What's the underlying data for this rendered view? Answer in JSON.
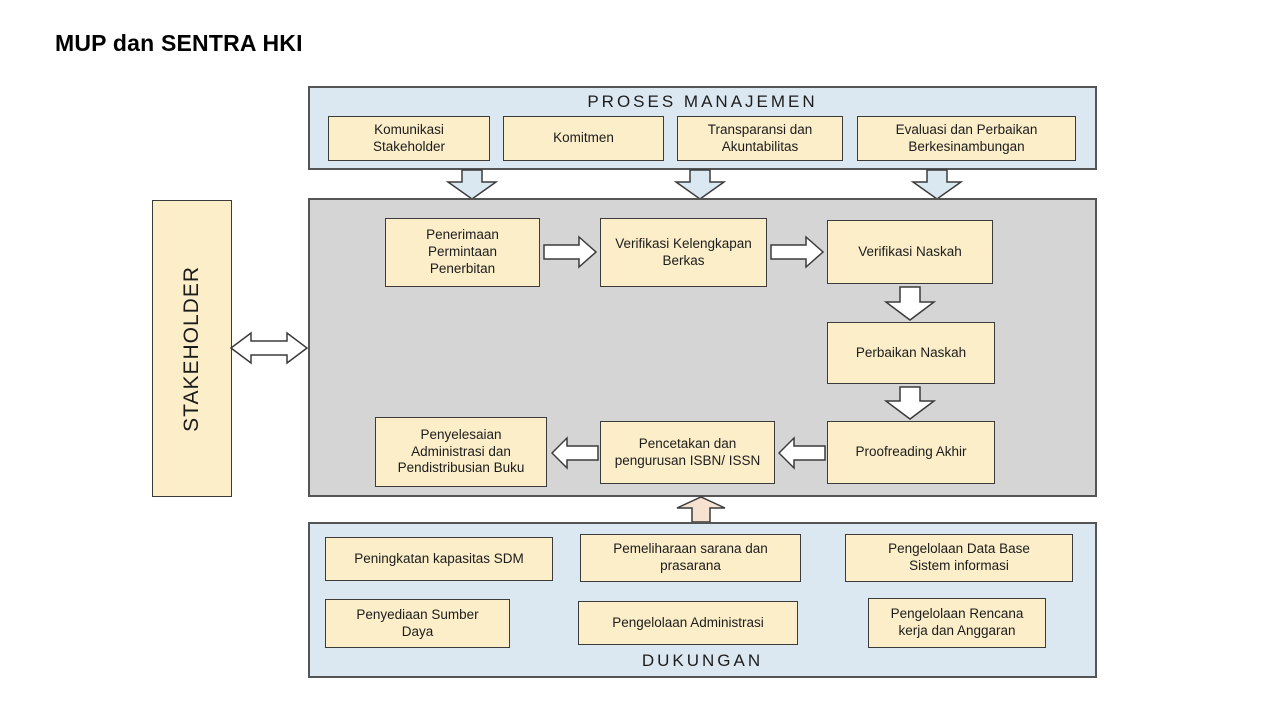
{
  "header": {
    "title": "MUP dan SENTRA HKI"
  },
  "management": {
    "title": "PROSES MANAJEMEN",
    "items": [
      "Komunikasi Stakeholder",
      "Komitmen",
      "Transparansi dan Akuntabilitas",
      "Evaluasi dan Perbaikan Berkesinambungan"
    ]
  },
  "stakeholder": {
    "label": "STAKEHOLDER"
  },
  "core": {
    "steps": [
      "Penerimaan Permintaan Penerbitan",
      "Verifikasi Kelengkapan Berkas",
      "Verifikasi Naskah",
      "Perbaikan Naskah",
      "Proofreading Akhir",
      "Pencetakan dan pengurusan ISBN/ ISSN",
      "Penyelesaian Administrasi dan Pendistribusian Buku"
    ]
  },
  "support": {
    "title": "DUKUNGAN",
    "items": [
      "Peningkatan kapasitas SDM",
      "Pemeliharaan sarana dan prasarana",
      "Pengelolaan Data Base Sistem informasi",
      "Penyediaan Sumber Daya",
      "Pengelolaan Administrasi",
      "Pengelolaan Rencana kerja dan Anggaran"
    ]
  },
  "icons": {
    "down_arrow": "block-arrow-down",
    "up_arrow": "block-arrow-up",
    "right_arrow": "block-arrow-right",
    "left_arrow": "block-arrow-left",
    "double_arrow": "block-arrow-left-right"
  },
  "colors": {
    "section_blue": "#dbe8f1",
    "section_gray": "#d5d5d5",
    "box_cream": "#fbeec9",
    "arrow_blue": "#d9e8f1",
    "arrow_peach": "#f7e2d2",
    "border_dark": "#3b3b3b"
  }
}
